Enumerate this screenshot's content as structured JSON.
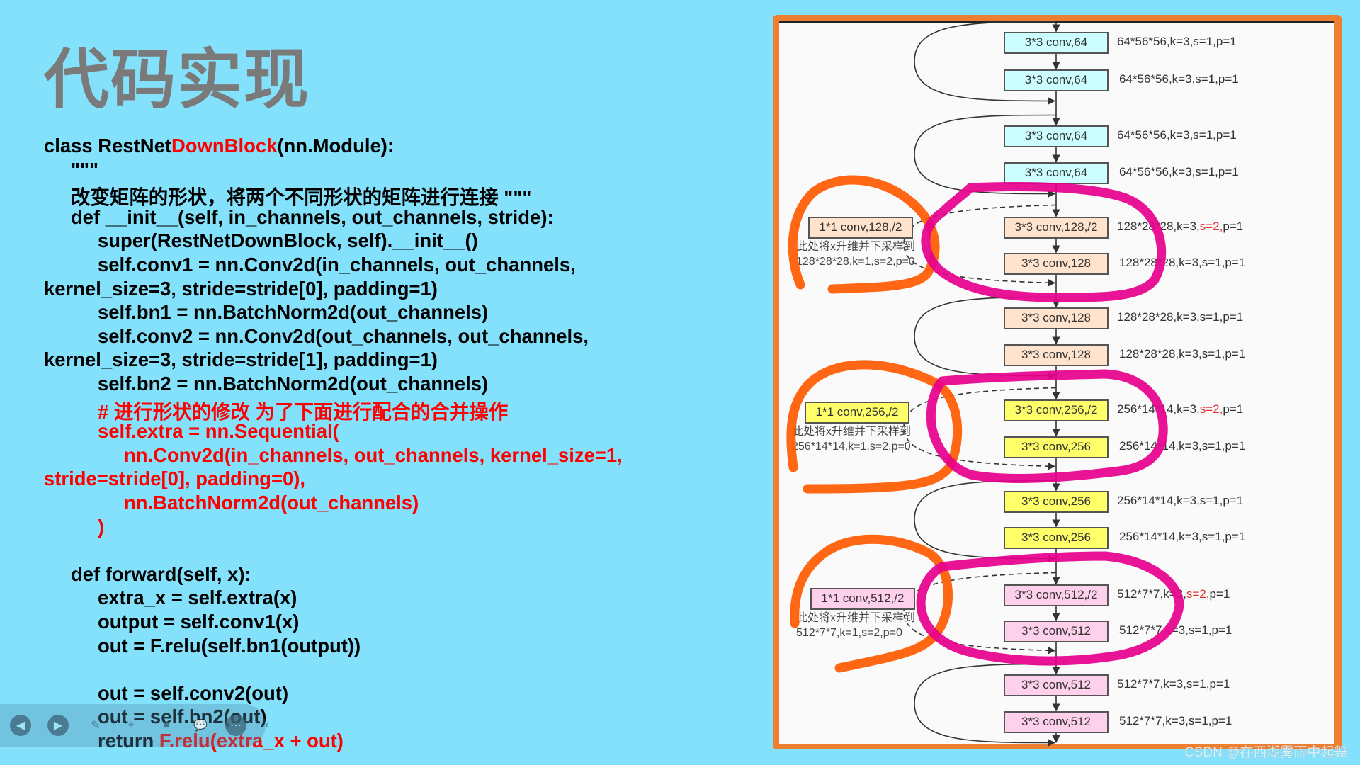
{
  "slide": {
    "title": "代码实现",
    "code_lines": [
      {
        "parts": [
          {
            "t": "class RestNet",
            "c": "black"
          },
          {
            "t": "DownBlock",
            "c": "red"
          },
          {
            "t": "(nn.Module):",
            "c": "black"
          }
        ],
        "indent": 0
      },
      {
        "parts": [
          {
            "t": "\"\"\"",
            "c": "black"
          }
        ],
        "indent": 1
      },
      {
        "parts": [
          {
            "t": "改变矩阵的形状，将两个不同形状的矩阵进行连接 \"\"\"",
            "c": "black"
          }
        ],
        "indent": 1
      },
      {
        "parts": [
          {
            "t": "def __init__(self, in_channels, out_channels, stride):",
            "c": "black"
          }
        ],
        "indent": 1
      },
      {
        "parts": [
          {
            "t": "super(RestNetDownBlock, self).__init__()",
            "c": "black"
          }
        ],
        "indent": 2
      },
      {
        "parts": [
          {
            "t": "self.conv1 = nn.Conv2d(in_channels, out_channels,",
            "c": "black"
          }
        ],
        "indent": 2
      },
      {
        "parts": [
          {
            "t": "kernel_size=3, stride=stride[0], padding=1)",
            "c": "black"
          }
        ],
        "indent": 0
      },
      {
        "parts": [
          {
            "t": "self.bn1 = nn.BatchNorm2d(out_channels)",
            "c": "black"
          }
        ],
        "indent": 2
      },
      {
        "parts": [
          {
            "t": "self.conv2 = nn.Conv2d(out_channels, out_channels,",
            "c": "black"
          }
        ],
        "indent": 2
      },
      {
        "parts": [
          {
            "t": "kernel_size=3, stride=stride[1], padding=1)",
            "c": "black"
          }
        ],
        "indent": 0
      },
      {
        "parts": [
          {
            "t": "self.bn2 = nn.BatchNorm2d(out_channels)",
            "c": "black"
          }
        ],
        "indent": 2
      },
      {
        "parts": [
          {
            "t": "# 进行形状的修改 为了下面进行配合的合并操作",
            "c": "red"
          }
        ],
        "indent": 2
      },
      {
        "parts": [
          {
            "t": "self.extra = nn.Sequential(",
            "c": "red"
          }
        ],
        "indent": 2
      },
      {
        "parts": [
          {
            "t": "nn.Conv2d(in_channels, out_channels, kernel_size=1,",
            "c": "red"
          }
        ],
        "indent": 3
      },
      {
        "parts": [
          {
            "t": "stride=stride[0], padding=0),",
            "c": "red"
          }
        ],
        "indent": 0
      },
      {
        "parts": [
          {
            "t": "nn.BatchNorm2d(out_channels)",
            "c": "red"
          }
        ],
        "indent": 3
      },
      {
        "parts": [
          {
            "t": ")",
            "c": "red"
          }
        ],
        "indent": 2
      },
      {
        "parts": [
          {
            "t": "",
            "c": "black"
          }
        ],
        "indent": 0
      },
      {
        "parts": [
          {
            "t": "def forward(self, x):",
            "c": "black"
          }
        ],
        "indent": 1
      },
      {
        "parts": [
          {
            "t": "extra_x = self.extra(x)",
            "c": "black"
          }
        ],
        "indent": 2
      },
      {
        "parts": [
          {
            "t": "output = self.conv1(x)",
            "c": "black"
          }
        ],
        "indent": 2
      },
      {
        "parts": [
          {
            "t": "out = F.relu(self.bn1(output))",
            "c": "black"
          }
        ],
        "indent": 2
      },
      {
        "parts": [
          {
            "t": "",
            "c": "black"
          }
        ],
        "indent": 0
      },
      {
        "parts": [
          {
            "t": "out = self.conv2(out)",
            "c": "black"
          }
        ],
        "indent": 2
      },
      {
        "parts": [
          {
            "t": "out = self.bn2(out)",
            "c": "black"
          }
        ],
        "indent": 2
      },
      {
        "parts": [
          {
            "t": "return ",
            "c": "black"
          },
          {
            "t": "F.relu(extra_x + out)",
            "c": "red"
          }
        ],
        "indent": 2
      }
    ]
  },
  "diagram": {
    "main_blocks": [
      {
        "label": "3*3 conv,64",
        "group": "c64",
        "detail": "64*56*56,k=3,s=1,p=1"
      },
      {
        "label": "3*3 conv,64",
        "group": "c64",
        "detail": "64*56*56,k=3,s=1,p=1"
      },
      {
        "label": "3*3 conv,64",
        "group": "c64",
        "detail": "64*56*56,k=3,s=1,p=1"
      },
      {
        "label": "3*3 conv,64",
        "group": "c64",
        "detail": "64*56*56,k=3,s=1,p=1"
      },
      {
        "label": "3*3 conv,128,/2",
        "group": "c128",
        "detail_pre": "128*28*28,k=3,",
        "detail_hl": "s=2,",
        "detail_post": "p=1"
      },
      {
        "label": "3*3 conv,128",
        "group": "c128",
        "detail": "128*28*28,k=3,s=1,p=1"
      },
      {
        "label": "3*3 conv,128",
        "group": "c128",
        "detail": "128*28*28,k=3,s=1,p=1"
      },
      {
        "label": "3*3 conv,128",
        "group": "c128",
        "detail": "128*28*28,k=3,s=1,p=1"
      },
      {
        "label": "3*3 conv,256,/2",
        "group": "c256",
        "detail_pre": "256*14*14,k=3,",
        "detail_hl": "s=2,",
        "detail_post": "p=1"
      },
      {
        "label": "3*3 conv,256",
        "group": "c256",
        "detail": "256*14*14,k=3,s=1,p=1"
      },
      {
        "label": "3*3 conv,256",
        "group": "c256",
        "detail": "256*14*14,k=3,s=1,p=1"
      },
      {
        "label": "3*3 conv,256",
        "group": "c256",
        "detail": "256*14*14,k=3,s=1,p=1"
      },
      {
        "label": "3*3 conv,512,/2",
        "group": "c512",
        "detail_pre": "512*7*7,k=3,",
        "detail_hl": "s=2,",
        "detail_post": "p=1"
      },
      {
        "label": "3*3 conv,512",
        "group": "c512",
        "detail": "512*7*7,k=3,s=1,p=1"
      },
      {
        "label": "3*3 conv,512",
        "group": "c512",
        "detail": "512*7*7,k=3,s=1,p=1"
      },
      {
        "label": "3*3 conv,512",
        "group": "c512",
        "detail": "512*7*7,k=3,s=1,p=1"
      }
    ],
    "shortcut_blocks": [
      {
        "label": "1*1 conv,128,/2",
        "group": "c128",
        "note1": "此处将x升维并下采样到",
        "note2": "128*28*28,k=1,s=2,p=0"
      },
      {
        "label": "1*1 conv,256,/2",
        "group": "c256",
        "note1": "此处将x升维并下采样到",
        "note2": "256*14*14,k=1,s=2,p=0"
      },
      {
        "label": "1*1 conv,512,/2",
        "group": "c512",
        "note1": "此处将x升维并下采样到",
        "note2": "512*7*7,k=1,s=2,p=0"
      }
    ],
    "colors": {
      "c64": "#ccfdff",
      "c128": "#ffe3cc",
      "c256": "#ffff6a",
      "c512": "#ffd0ec",
      "annotation_orange": "#ff5a00",
      "annotation_magenta": "#e6008c",
      "frame": "#ee7e30"
    }
  },
  "watermark": "CSDN @在西湖雾雨中起舞",
  "toolbar": {
    "icons": [
      "previous-icon",
      "next-icon",
      "pen-icon",
      "screenshot-icon",
      "video-icon",
      "comment-icon",
      "more-icon",
      "collapse-icon"
    ]
  }
}
